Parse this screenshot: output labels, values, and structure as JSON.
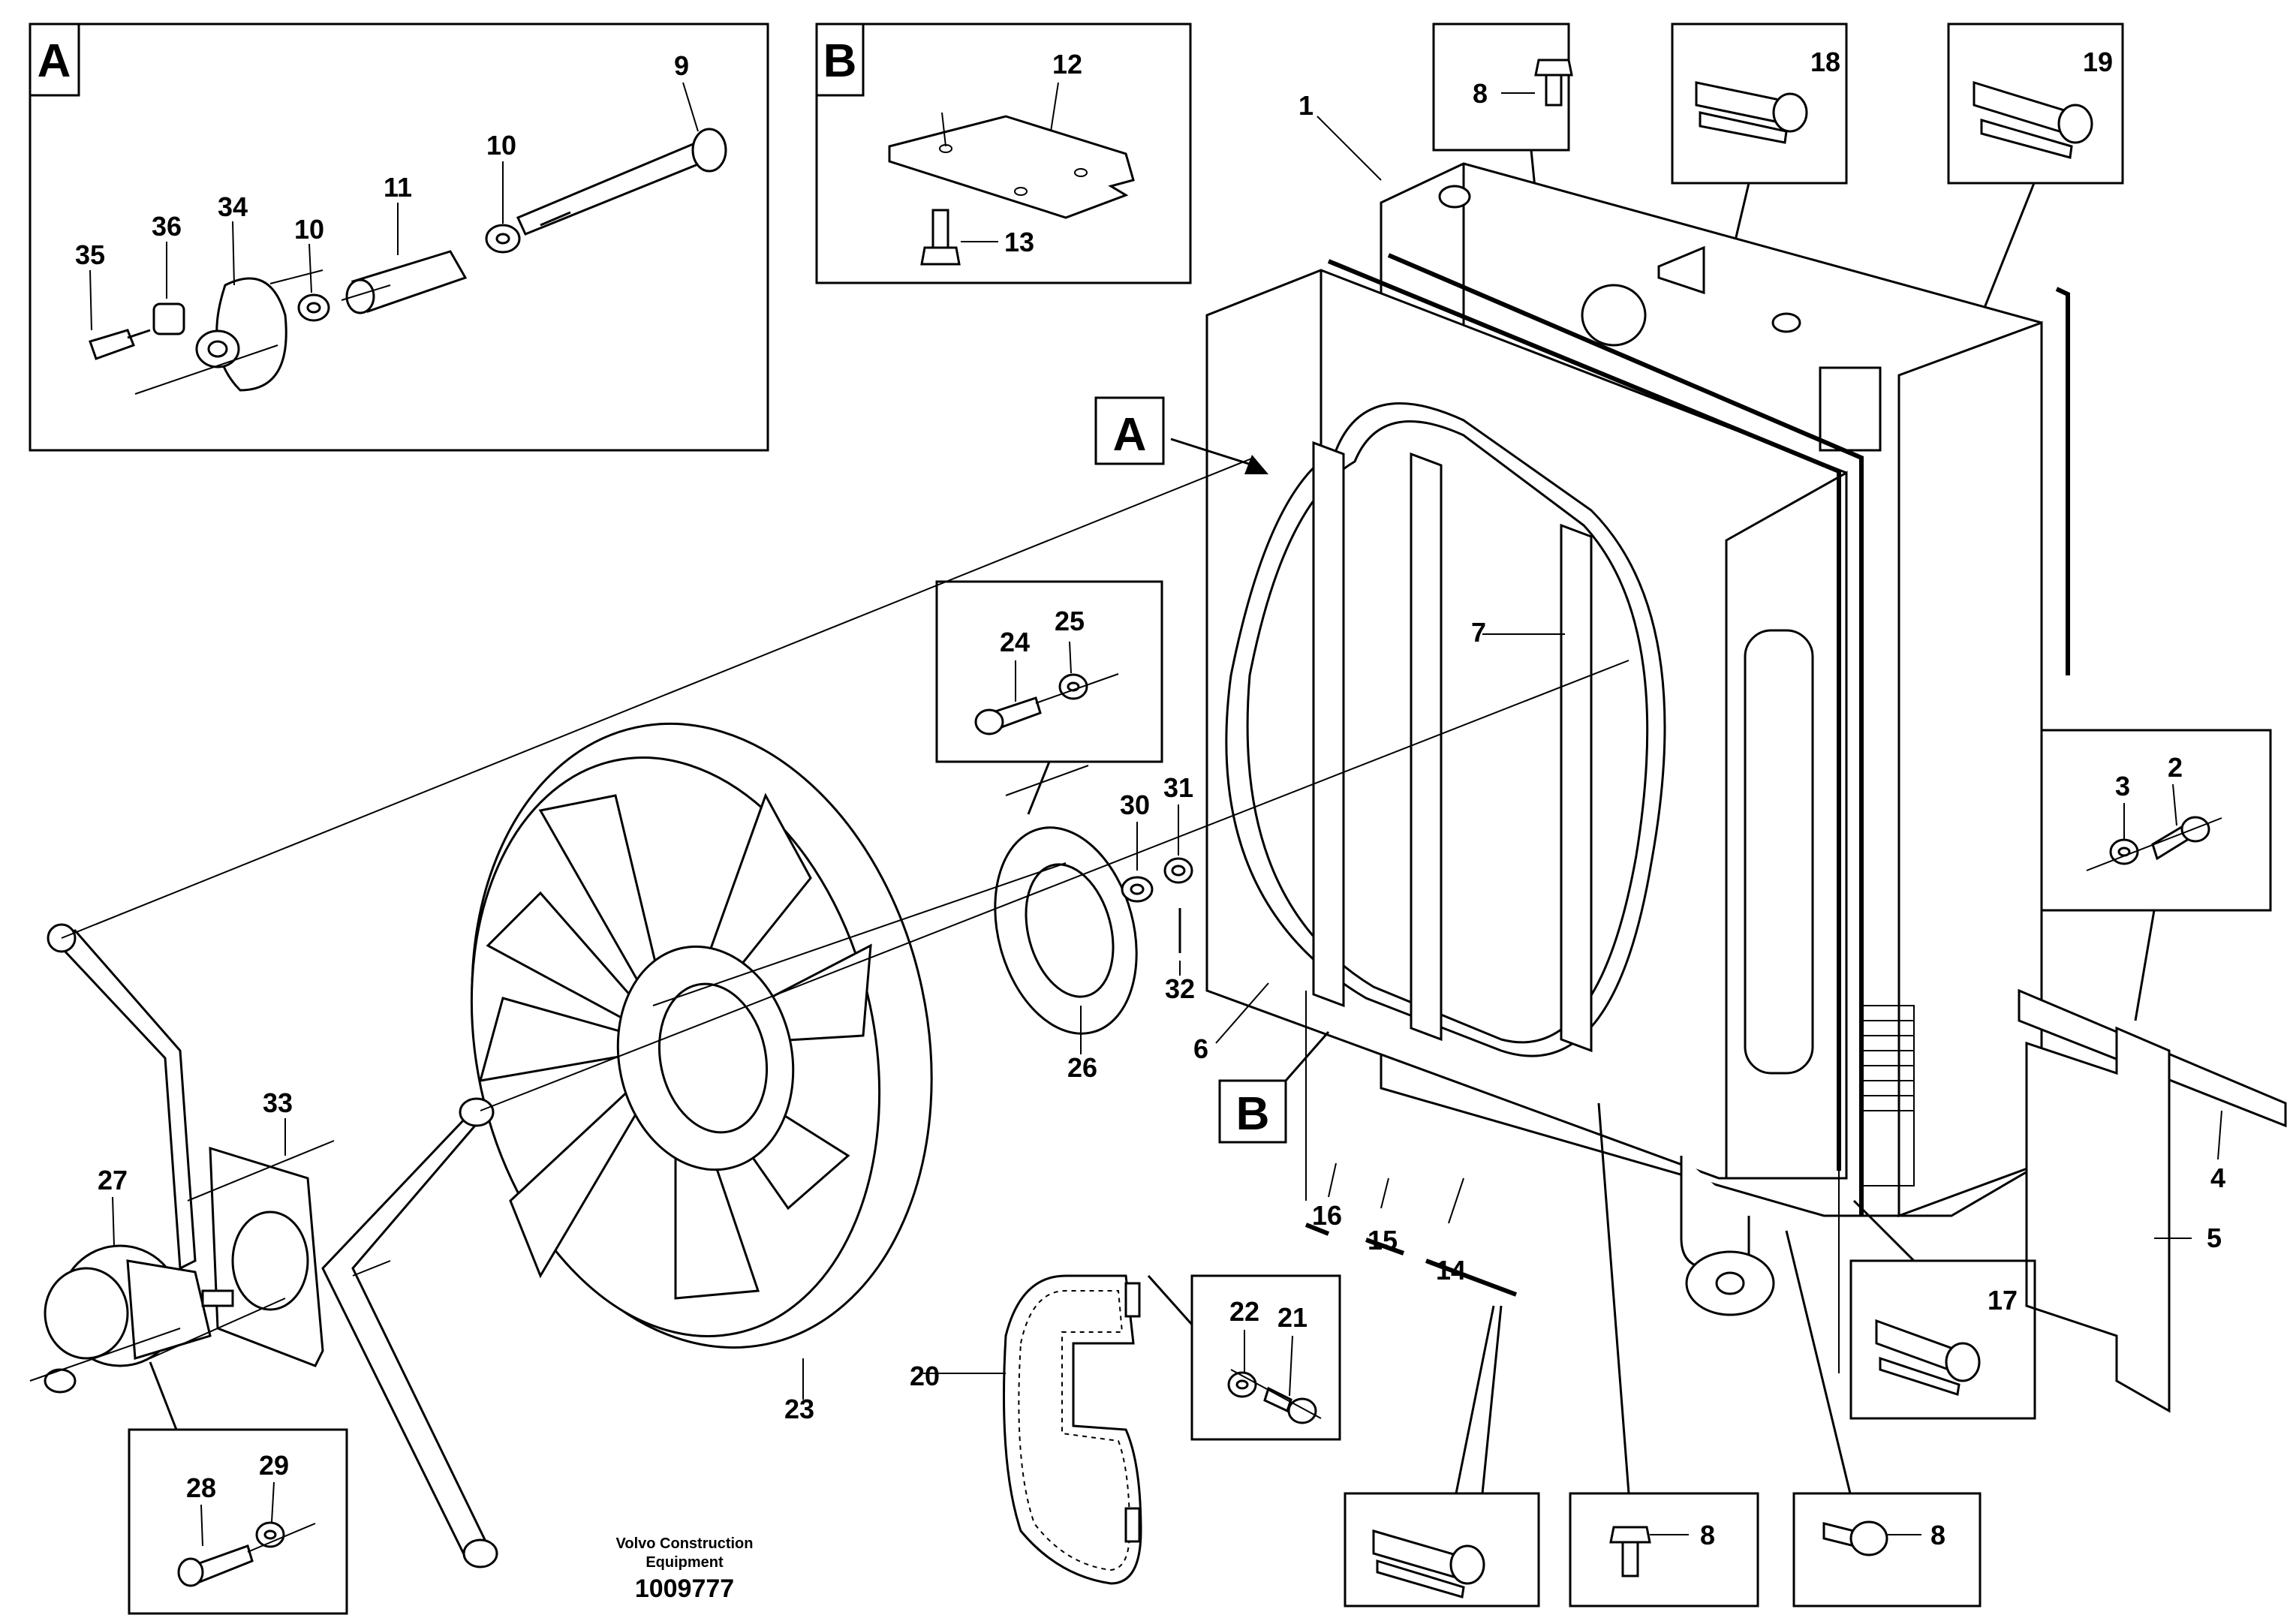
{
  "detail_labels": {
    "a": "A",
    "b": "B"
  },
  "parts": [
    "1",
    "2",
    "3",
    "4",
    "5",
    "6",
    "7",
    "8",
    "9",
    "10",
    "11",
    "12",
    "13",
    "14",
    "15",
    "16",
    "17",
    "18",
    "19",
    "20",
    "21",
    "22",
    "23",
    "24",
    "25",
    "26",
    "27",
    "28",
    "29",
    "30",
    "31",
    "32",
    "33",
    "34",
    "35",
    "36"
  ],
  "footer": {
    "company_line1": "Volvo Construction",
    "company_line2": "Equipment",
    "drawing_number": "1009777"
  }
}
